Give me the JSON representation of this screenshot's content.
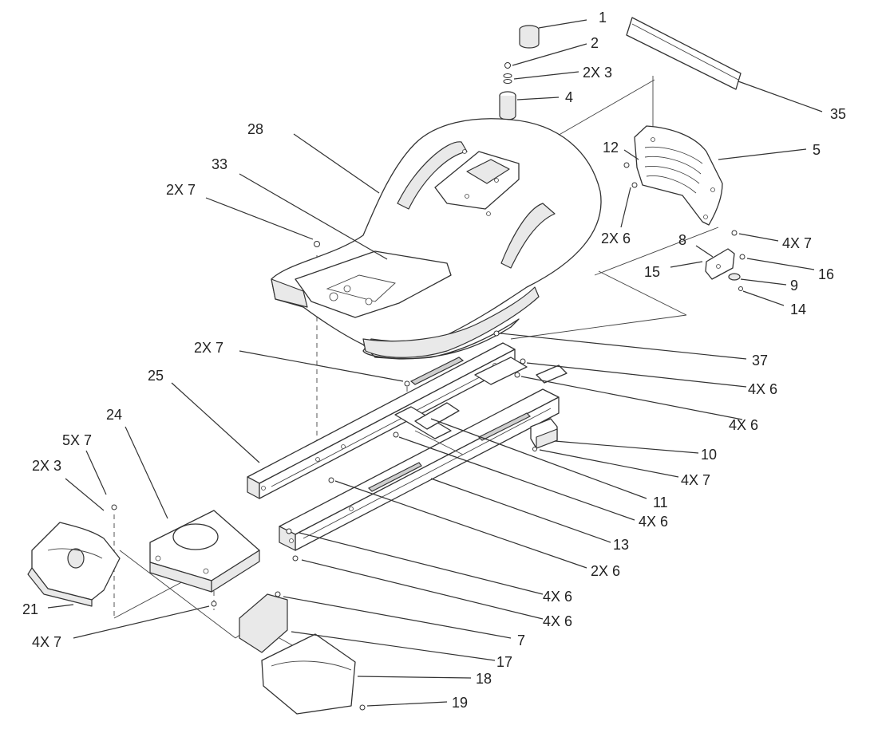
{
  "diagram": {
    "callouts": [
      {
        "id": "c1",
        "label": "1"
      },
      {
        "id": "c2",
        "label": "2"
      },
      {
        "id": "c3",
        "label": "2X 3"
      },
      {
        "id": "c4",
        "label": "4"
      },
      {
        "id": "c35",
        "label": "35"
      },
      {
        "id": "c5",
        "label": "5"
      },
      {
        "id": "c12",
        "label": "12"
      },
      {
        "id": "c28",
        "label": "28"
      },
      {
        "id": "c33",
        "label": "33"
      },
      {
        "id": "c7a",
        "label": "2X 7"
      },
      {
        "id": "c6a",
        "label": "2X 6"
      },
      {
        "id": "c7b",
        "label": "4X 7"
      },
      {
        "id": "c8",
        "label": "8"
      },
      {
        "id": "c15",
        "label": "15"
      },
      {
        "id": "c16",
        "label": "16"
      },
      {
        "id": "c9",
        "label": "9"
      },
      {
        "id": "c14",
        "label": "14"
      },
      {
        "id": "c7c",
        "label": "2X 7"
      },
      {
        "id": "c37",
        "label": "37"
      },
      {
        "id": "c6b",
        "label": "4X 6"
      },
      {
        "id": "c25",
        "label": "25"
      },
      {
        "id": "c6c",
        "label": "4X 6"
      },
      {
        "id": "c24",
        "label": "24"
      },
      {
        "id": "c10",
        "label": "10"
      },
      {
        "id": "c5x7",
        "label": "5X 7"
      },
      {
        "id": "c7d",
        "label": "4X 7"
      },
      {
        "id": "c3b",
        "label": "2X 3"
      },
      {
        "id": "c11",
        "label": "11"
      },
      {
        "id": "c6d",
        "label": "4X 6"
      },
      {
        "id": "c13",
        "label": "13"
      },
      {
        "id": "c6e",
        "label": "2X 6"
      },
      {
        "id": "c21",
        "label": "21"
      },
      {
        "id": "c6f",
        "label": "4X 6"
      },
      {
        "id": "c6g",
        "label": "4X 6"
      },
      {
        "id": "c7e",
        "label": "4X 7"
      },
      {
        "id": "c7f",
        "label": "7"
      },
      {
        "id": "c17",
        "label": "17"
      },
      {
        "id": "c18",
        "label": "18"
      },
      {
        "id": "c19",
        "label": "19"
      }
    ]
  }
}
